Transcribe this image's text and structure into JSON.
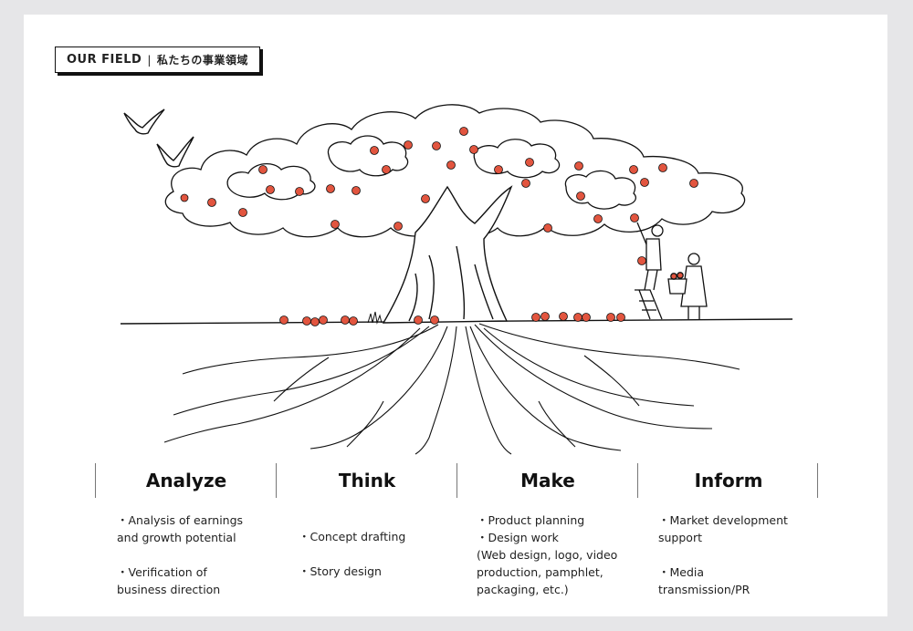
{
  "header": {
    "label_en": "OUR FIELD",
    "separator": "|",
    "label_jp": "私たちの事業領域"
  },
  "colors": {
    "apple": "#e2553f",
    "ink": "#111111",
    "card": "#ffffff",
    "background": "#e6e6e8"
  },
  "illustration": {
    "subject": "apple tree with roots, two birds, person on ladder picking apples, person with basket"
  },
  "columns": [
    {
      "title": "Analyze",
      "items": [
        "・Analysis of earnings",
        "and growth potential",
        "",
        "・Verification of",
        "business direction"
      ]
    },
    {
      "title": "Think",
      "items": [
        "・Concept drafting",
        "",
        "・Story design"
      ]
    },
    {
      "title": "Make",
      "items": [
        "・Product planning",
        "・Design work",
        "(Web design, logo, video",
        "production, pamphlet,",
        "packaging, etc.)"
      ]
    },
    {
      "title": "Inform",
      "items": [
        "・Market development",
        "support",
        "",
        "・Media",
        "transmission/PR"
      ]
    }
  ]
}
